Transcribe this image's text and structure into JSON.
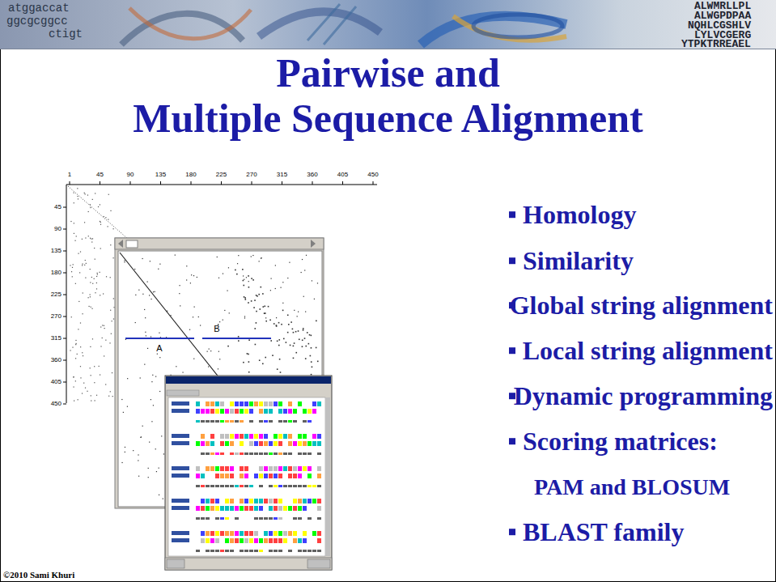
{
  "diagram": {
    "title": "Pairwise and Multiple Sequence Alignment",
    "labels": [
      "Homology",
      "Similarity",
      "Global string alignment",
      "Local string alignment",
      "Dynamic programming",
      "Scoring matrices:",
      "PAM and BLOSUM",
      "BLAST family",
      "©2010 Sami Khuri",
      "atggaccat",
      "ggcgcggcc",
      "ctigt",
      "ALWMRLLPL",
      "ALWGPDPAA",
      "NQHLCGSHLV",
      "LYLVCGERG",
      "YTPKTRREAEL",
      "1",
      "45",
      "90",
      "135",
      "180",
      "225",
      "270",
      "315",
      "360",
      "405",
      "450",
      "45",
      "90",
      "135",
      "180",
      "225",
      "270",
      "315",
      "360",
      "405",
      "450",
      "A",
      "B"
    ]
  }
}
